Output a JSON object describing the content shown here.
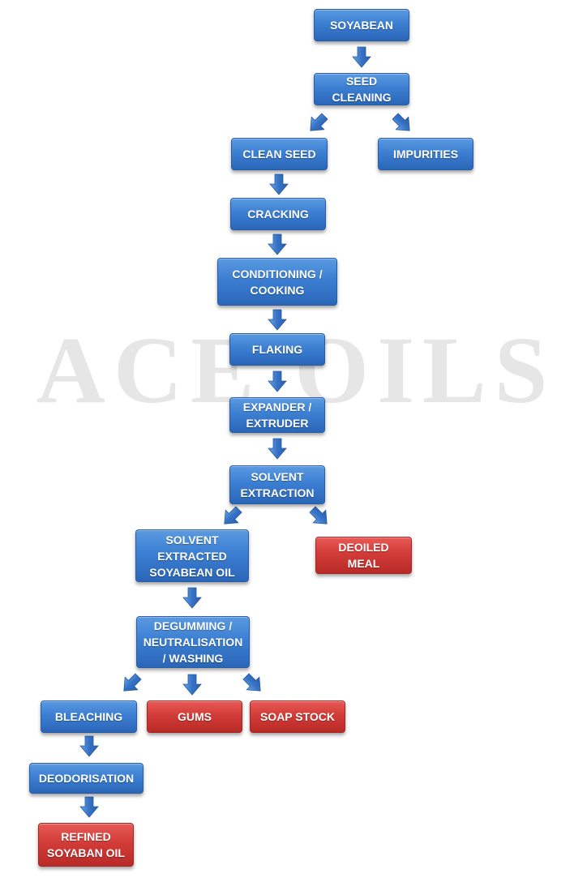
{
  "watermark": "ACE OILS",
  "colors": {
    "process": "#3c7fd2",
    "byproduct": "#d23c38",
    "arrow": "#3572c6"
  },
  "icons": {
    "arrow": "down-arrow-icon",
    "diagonal": "diagonal-arrow-icon"
  },
  "steps": {
    "soyabean": "SOYABEAN",
    "seed_cleaning": "SEED\nCLEANING",
    "clean_seed": "CLEAN SEED",
    "impurities": "IMPURITIES",
    "cracking": "CRACKING",
    "conditioning": "CONDITIONING /\nCOOKING",
    "flaking": "FLAKING",
    "expander": "EXPANDER /\nEXTRUDER",
    "solvent_extraction": "SOLVENT\nEXTRACTION",
    "solvent_extracted_oil": "SOLVENT\nEXTRACTED\nSOYABEAN OIL",
    "deoiled_meal": "DEOILED\nMEAL",
    "degumming": "DEGUMMING  /\nNEUTRALISATION\n/ WASHING",
    "bleaching": "BLEACHING",
    "gums": "GUMS",
    "soap_stock": "SOAP STOCK",
    "deodorisation": "DEODORISATION",
    "refined_oil": "REFINED\nSOYABAN OIL"
  }
}
